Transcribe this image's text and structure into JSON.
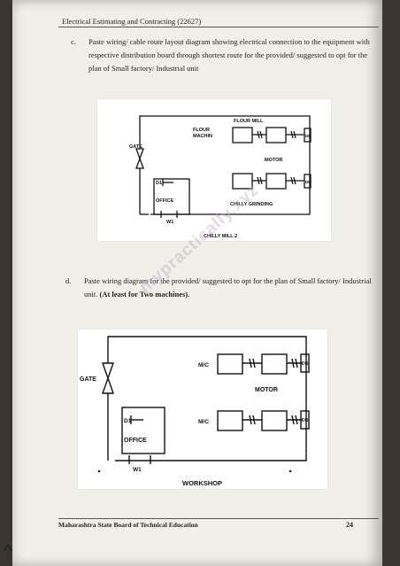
{
  "header": {
    "title": "Electrical Estimating and Contracting (22627)"
  },
  "question_c": {
    "label": "c.",
    "text": "Paste wiring/ cable route layout diagram showing electrical connection to the equipment with respective distribution board through shortest route for the provided/ suggested to opt for the plan of Small factory/ Industrial unit"
  },
  "diagram_1": {
    "flour_mill": "FLOUR MILL",
    "flour_machin_1": "FLOUR",
    "flour_machin_2": "MACHIN",
    "gate": "GATE",
    "motor": "MOTOR",
    "db": "DB",
    "d1": "D1",
    "office": "OFFICE",
    "chilly_grinding": "CHILLY GRINDING",
    "w1": "W1",
    "caption": "CHILLY MILL 2"
  },
  "question_d": {
    "label": "d.",
    "text": "Paste wiring diagram for the provided/ suggested to opt for the plan of Small factory/ Industrial unit. ",
    "bold": "(At least for Two machines)."
  },
  "diagram_2": {
    "gate": "GATE",
    "mc": "M/C",
    "motor": "MOTOR",
    "db": "DB",
    "d1": "D1",
    "office": "OFFICE",
    "w1": "W1",
    "caption": "WORKSHOP"
  },
  "watermark": "mypractically.xyz",
  "footer": {
    "board": "Maharashtra State Board of Technical Education",
    "page": "24"
  }
}
